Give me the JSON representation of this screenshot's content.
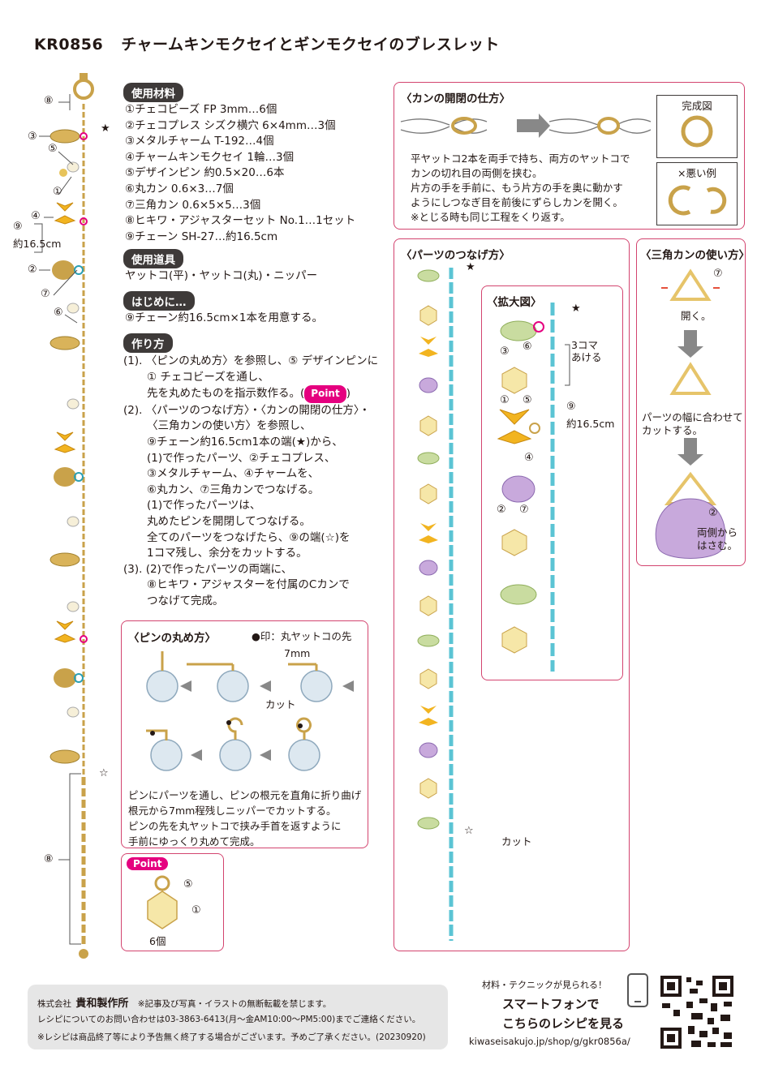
{
  "header": {
    "code": "KR0856",
    "title": "チャームキンモクセイとギンモクセイのブレスレット"
  },
  "materials": {
    "label": "使用材料",
    "items": [
      "①チェコビーズ FP 3mm…6個",
      "②チェコプレス シズク横穴 6×4mm…3個",
      "③メタルチャーム T-192…4個",
      "④チャームキンモクセイ 1輪…3個",
      "⑤デザインピン 約0.5×20…6本",
      "⑥丸カン 0.6×3…7個",
      "⑦三角カン 0.6×5×5…3個",
      "⑧ヒキワ・アジャスターセット No.1…1セット",
      "⑨チェーン SH-27…約16.5cm"
    ]
  },
  "tools": {
    "label": "使用道具",
    "text": "ヤットコ(平)・ヤットコ(丸)・ニッパー"
  },
  "intro": {
    "label": "はじめに…",
    "text": "⑨チェーン約16.5cm×1本を用意する。"
  },
  "howto": {
    "label": "作り方",
    "lines": [
      "(1). 〈ピンの丸め方〉を参照し、⑤ デザインピンに",
      "① チェコビーズを通し、",
      "先を丸めたものを指示数作る。(",
      "(2). 〈パーツのつなげ方〉・〈カンの開閉の仕方〉・",
      "〈三角カンの使い方〉を参照し、",
      "⑨チェーン約16.5cm1本の端(★)から、",
      "(1)で作ったパーツ、②チェコプレス、",
      "③メタルチャーム、④チャームを、",
      "⑥丸カン、⑦三角カンでつなげる。",
      "(1)で作ったパーツは、",
      "丸めたピンを開閉してつなげる。",
      "全てのパーツをつなげたら、⑨の端(☆)を",
      "1コマ残し、余分をカットする。",
      "(3). (2)で作ったパーツの両端に、",
      "⑧ヒキワ・アジャスターを付属のCカンで",
      "つなげて完成。"
    ],
    "point_inline": "Point",
    "close_paren": ")"
  },
  "pin_box": {
    "title": "〈ピンの丸め方〉",
    "legend": "●印：丸ヤットコの先",
    "measure": "7mm",
    "cut": "カット",
    "desc": [
      "ピンにパーツを通し、ピンの根元を直角に折り曲げ",
      "根元から7mm程残しニッパーでカットする。",
      "ピンの先を丸ヤットコで挟み手首を返すように",
      "手前にゆっくり丸めて完成。"
    ]
  },
  "point_box": {
    "badge": "Point",
    "label5": "⑤",
    "label1": "①",
    "count": "6個"
  },
  "kan_box": {
    "title": "〈カンの開閉の仕方〉",
    "desc": [
      "平ヤットコ2本を両手で持ち、両方のヤットコで",
      "カンの切れ目の両側を挟む。",
      "片方の手を手前に、もう片方の手を奥に動かす",
      "ようにしつなぎ目を前後にずらしカンを開く。",
      "※とじる時も同じ工程をくり返す。"
    ],
    "done_label": "完成図",
    "bad_label": "×悪い例"
  },
  "parts_box": {
    "title": "〈パーツのつなげ方〉",
    "star": "★",
    "hollow_star": "☆",
    "cut": "カット"
  },
  "zoom_box": {
    "title": "〈拡大図〉",
    "star": "★",
    "skip": [
      "3コマ",
      "あける"
    ],
    "n3": "③",
    "n6": "⑥",
    "n1": "①",
    "n5": "⑤",
    "n4": "④",
    "n2": "②",
    "n7": "⑦",
    "n9": "⑨",
    "chain_len": "約16.5cm"
  },
  "tri_box": {
    "title": "〈三角カンの使い方〉",
    "n7": "⑦",
    "open": "開く。",
    "cut_text": [
      "パーツの幅に合わせて",
      "カットする。"
    ],
    "n2": "②",
    "pinch": [
      "両側から",
      "はさむ。"
    ]
  },
  "bracelet": {
    "n8_top": "⑧",
    "n3": "③",
    "n5": "⑤",
    "n1": "①",
    "n4": "④",
    "n9": "⑨",
    "len": "約16.5cm",
    "n2": "②",
    "n7": "⑦",
    "n6": "⑥",
    "star": "★",
    "hollow_star": "☆",
    "n8_bottom": "⑧"
  },
  "footer": {
    "company_prefix": "株式会社",
    "company": "貴和製作所",
    "copyright": "※記事及び写真・イラストの無断転載を禁じます。",
    "contact": "レシピについてのお問い合わせは03-3863-6413(月〜金AM10:00〜PM5:00)までご連絡ください。",
    "notice": "※レシピは商品終了等により予告無く終了する場合がございます。予めご了承ください。(20230920)"
  },
  "smartphone": {
    "callout": "材料・テクニックが見られる！",
    "line1": "スマートフォンで",
    "line2": "こちらのレシピを見る",
    "url": "kiwaseisakujo.jp/shop/g/gkr0856a/"
  },
  "colors": {
    "accent_pink": "#d3446f",
    "point_magenta": "#e5007f",
    "chain_blue": "#5bc4d4",
    "gold": "#c9a24a",
    "leaf_green": "#b9d48a",
    "bead_cream": "#f6e7a8",
    "flower_orange": "#f2b420",
    "drop_purple": "#b89ad0"
  }
}
